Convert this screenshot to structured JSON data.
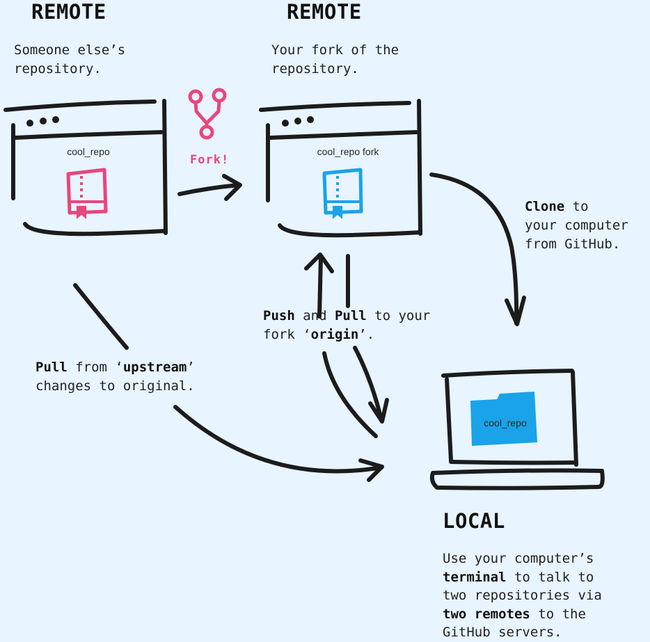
{
  "upstream": {
    "heading": "REMOTE",
    "caption_lines": [
      "Someone else’s",
      "repository."
    ],
    "repo_name": "cool_repo",
    "book_color": "#e8467c"
  },
  "fork_step": {
    "label": "Fork!",
    "color": "#e8467c"
  },
  "origin": {
    "heading": "REMOTE",
    "caption_lines": [
      "Your fork of the",
      "repository."
    ],
    "repo_name": "cool_repo fork",
    "book_color": "#1aa3e8"
  },
  "clone_note": {
    "bold": "Clone",
    "line1_rest": " to",
    "line2": "your computer",
    "line3": "from GitHub."
  },
  "push_pull_note": {
    "bold1": "Push",
    "mid": " and ",
    "bold2": "Pull",
    "line1_rest": " to your",
    "line2_pre": "fork ‘",
    "bold3": "origin",
    "line2_post": "’."
  },
  "upstream_note": {
    "bold1": "Pull",
    "line1_mid": " from ‘",
    "bold2": "upstream",
    "line1_post": "’",
    "line2": "changes to original."
  },
  "local": {
    "heading": "LOCAL",
    "folder_name": "cool_repo",
    "folder_color": "#1aa3e8",
    "line1": "Use your computer’s",
    "line2_bold": "terminal",
    "line2_rest": " to talk to",
    "line3": "two repositories via",
    "line4_bold": "two remotes",
    "line4_rest": " to the",
    "line5": "GitHub servers."
  }
}
